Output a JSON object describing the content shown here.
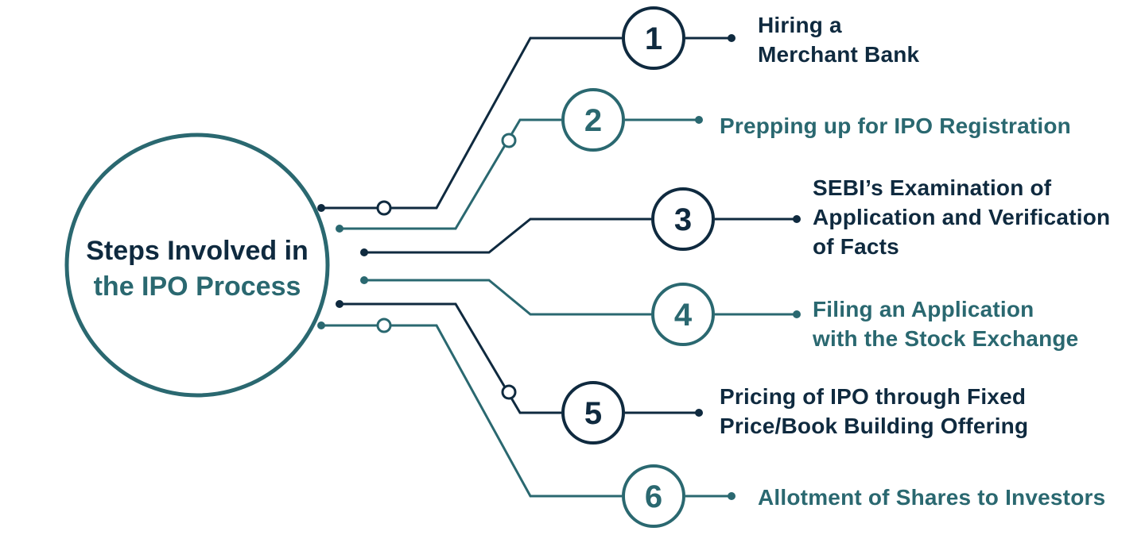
{
  "colors": {
    "navy": "#0f2a3f",
    "teal": "#2a6870"
  },
  "center": {
    "line1": "Steps Involved in",
    "line2": "the IPO Process"
  },
  "steps": [
    {
      "number": "1",
      "label_lines": [
        "Hiring a",
        "Merchant Bank"
      ]
    },
    {
      "number": "2",
      "label_lines": [
        "Prepping up for IPO Registration"
      ]
    },
    {
      "number": "3",
      "label_lines": [
        "SEBI’s Examination of",
        "Application and Verification",
        "of Facts"
      ]
    },
    {
      "number": "4",
      "label_lines": [
        "Filing an Application",
        "with the Stock Exchange"
      ]
    },
    {
      "number": "5",
      "label_lines": [
        "Pricing of IPO through Fixed",
        "Price/Book Building Offering"
      ]
    },
    {
      "number": "6",
      "label_lines": [
        "Allotment of Shares to Investors"
      ]
    }
  ]
}
